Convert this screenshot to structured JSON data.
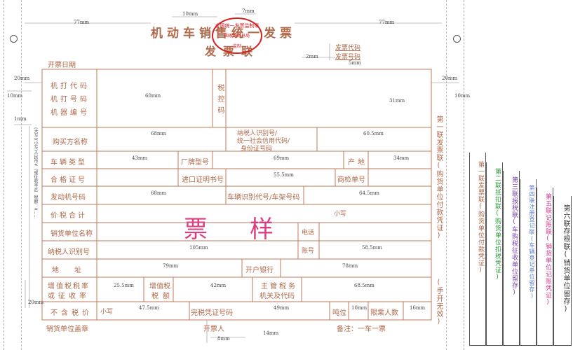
{
  "title": "机动车销售统一发票",
  "subtitle": "发票联",
  "seal": {
    "top_text": "全国统一发票监制章",
    "middle_text": "国家税务总局",
    "bottom_text": "监制"
  },
  "invoice_code_label": "发票代码",
  "invoice_number_label": "发票号码",
  "issue_date_label": "开票日期",
  "dimensions": {
    "top_10": "10mm",
    "top_7": "7mm",
    "top_left_77": "77mm",
    "top_right_77": "77mm",
    "d2": "2mm",
    "d5": "5mm",
    "left_20": "20mm",
    "left_10": "10mm",
    "left_1": "1mm",
    "right_20": "20mm",
    "right_10": "10mm",
    "bottom_20": "20mm",
    "r1_60": "60mm",
    "r1_31": "31mm",
    "r2_68": "68mm",
    "r2_605": "60.5mm",
    "r3_43": "43mm",
    "r3_69": "69mm",
    "r3_34": "34mm",
    "r4_555": "55.5mm",
    "r5_68": "68mm",
    "r5_645": "64.5mm",
    "r8_105": "105mm",
    "r8_585": "58.5mm",
    "r9_79": "79mm",
    "r9_78": "78mm",
    "r10_255": "25.5mm",
    "r10_42": "42mm",
    "r10_685": "68.5mm",
    "r11_475": "47.5mm",
    "r11_49": "49mm",
    "r11_10": "10mm",
    "r11_16": "16mm",
    "bottom_8": "8mm",
    "bottom_14": "14mm"
  },
  "fields": {
    "machine_code": "机打代码",
    "machine_number": "机打号码",
    "machine_serial": "机器编号",
    "tax_control": "税控码",
    "buyer_name": "购买方名称",
    "taxpayer_id_1": "纳税人识别号/",
    "taxpayer_id_2": "统一社会信用代码/",
    "taxpayer_id_3": "身份证号码",
    "vehicle_type": "车辆类型",
    "brand_model": "厂牌型号",
    "origin": "产地",
    "cert_no": "合格证号",
    "import_cert": "进口证明书号",
    "inspection_no": "商检单号",
    "engine_no": "发动机号码",
    "vin": "车辆识别代号/车架号码",
    "total_price": "价税合计",
    "small_write": "小写",
    "seller_name": "销货单位名称",
    "phone": "电话",
    "seller_tax_id": "纳税人识别号",
    "account": "账号",
    "address": "地址",
    "bank": "开户银行",
    "vat_rate_1": "增值税税率",
    "vat_rate_2": "或征收率",
    "vat_amount_1": "增值税",
    "vat_amount_2": "税额",
    "tax_office_1": "主管税务",
    "tax_office_2": "机关及代码",
    "ex_tax_price": "不含税价",
    "small_write_2": "小写",
    "tax_voucher": "完税凭证号码",
    "tonnage": "吨位",
    "seats": "限乘人数",
    "seller_seal": "销货单位盖章",
    "issuer": "开票人",
    "note": "备注：一车一票"
  },
  "sample_watermark": "票样",
  "copy_label": "第一联发票联(购货单位付款凭证)",
  "handwritten_invalid": "(手开无效)",
  "left_margin_note": "(大写)(小写)人民币¥（或征收率%）税额：¥……",
  "tabs": [
    {
      "name": "第一联发票联(购货单位付款凭证)",
      "color": "#b0694a"
    },
    {
      "name": "第二联抵扣联(购货单位扣税凭证)",
      "color": "#2e9a3e"
    },
    {
      "name": "第三联报税联(车购税征收单位留存)",
      "color": "#7a3fb0"
    },
    {
      "name": "第四联注册登记联(车辆登记单位留存)",
      "color": "#5b7fd6"
    },
    {
      "name": "第五联记账联(销货单位记账凭证)",
      "color": "#d63a8a"
    },
    {
      "name": "第六联存根联(销货单位留存)",
      "color": "#333333"
    }
  ]
}
